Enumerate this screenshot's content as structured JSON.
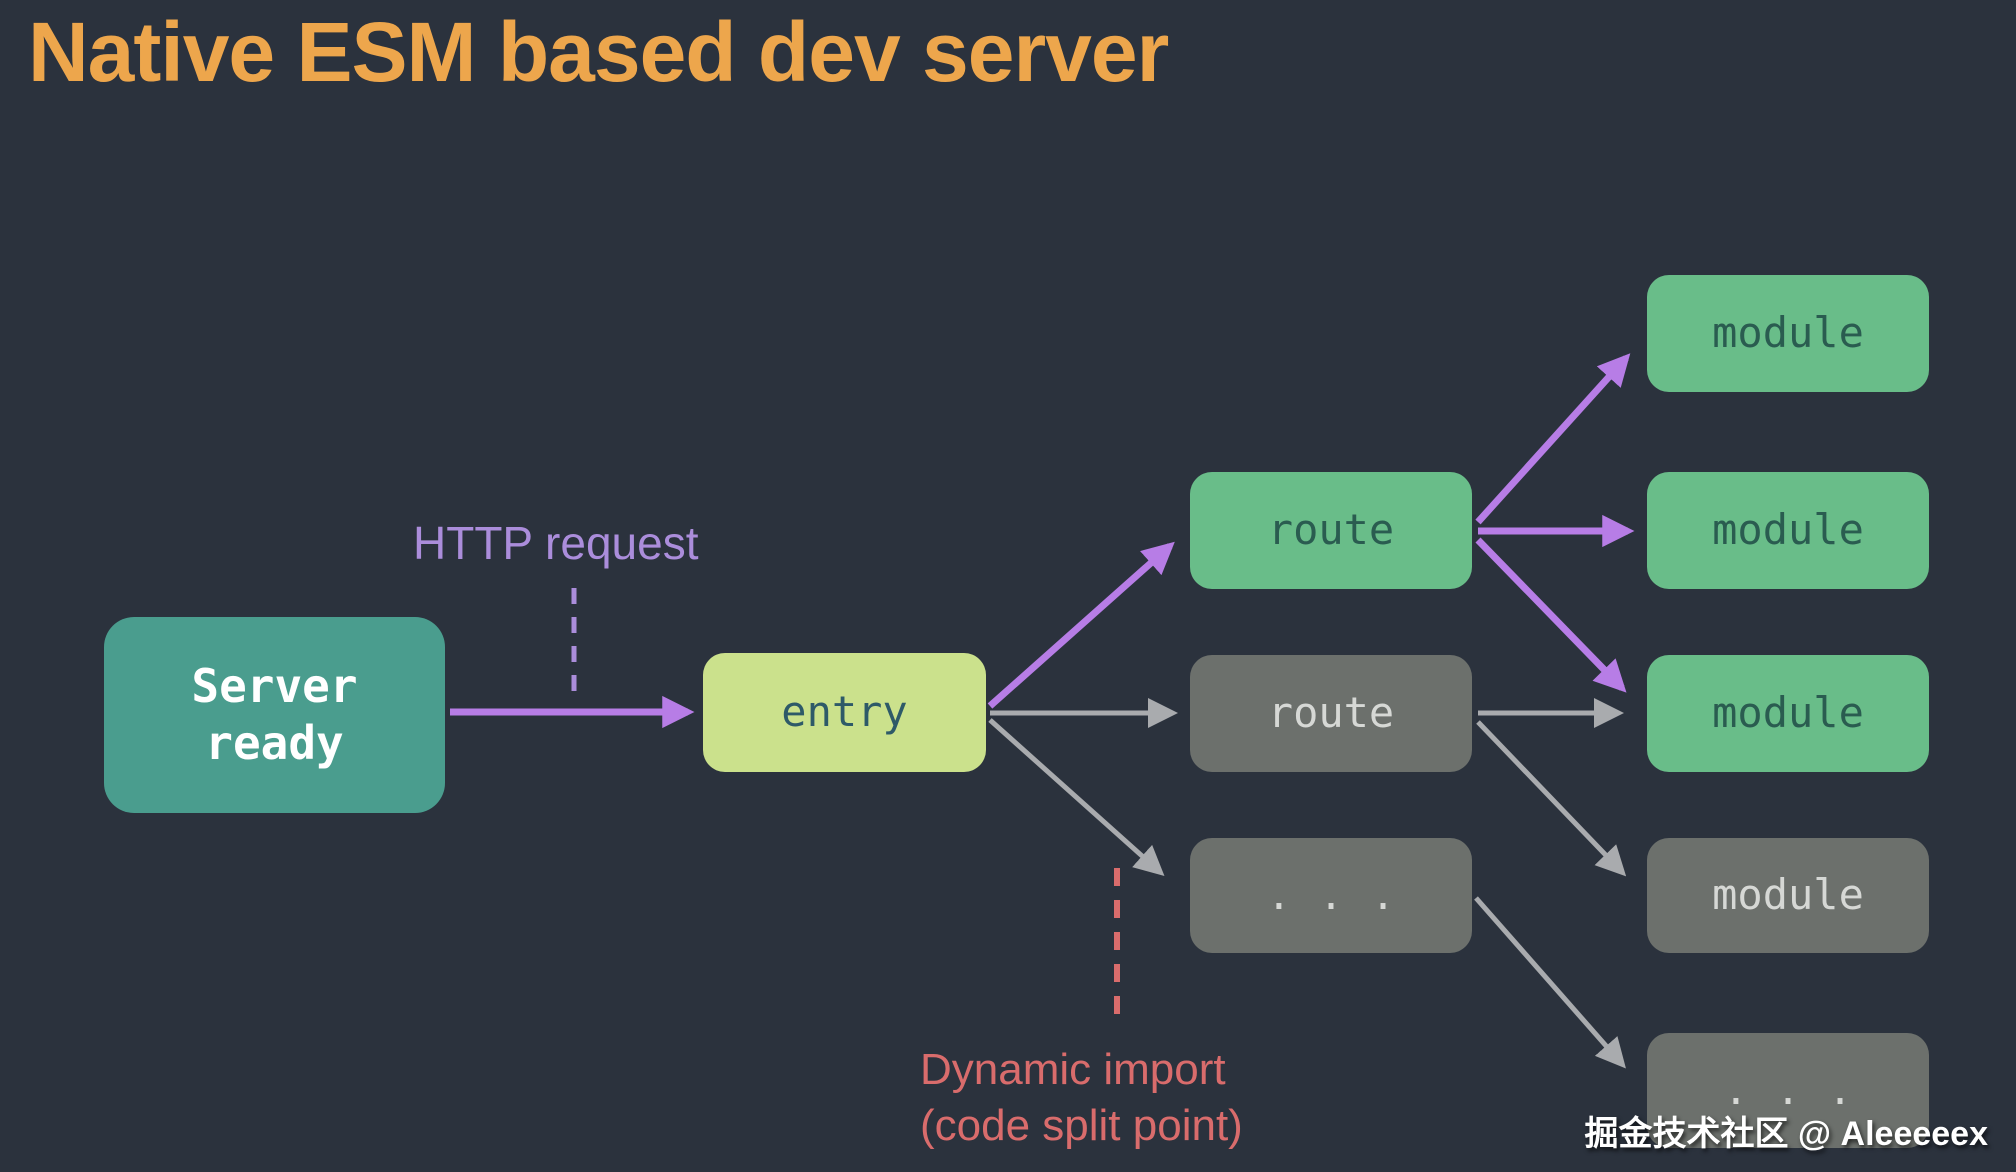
{
  "title": "Native ESM based dev server",
  "labels": {
    "http_request": "HTTP request",
    "dynamic_import_line1": "Dynamic import",
    "dynamic_import_line2": "(code split point)",
    "watermark": "掘金技术社区 @ Aleeeeex"
  },
  "nodes": {
    "server_ready": {
      "label": "Server\nready"
    },
    "entry": {
      "label": "entry"
    },
    "route_active": {
      "label": "route"
    },
    "route_inactive": {
      "label": "route"
    },
    "more_routes": {
      "label": "..."
    },
    "module_1": {
      "label": "module"
    },
    "module_2": {
      "label": "module"
    },
    "module_3": {
      "label": "module"
    },
    "module_4": {
      "label": "module"
    },
    "more_modules": {
      "label": "..."
    }
  },
  "edges": [
    {
      "from": "server_ready",
      "to": "entry",
      "color": "purple",
      "annotation": "HTTP request"
    },
    {
      "from": "entry",
      "to": "route_active",
      "color": "purple"
    },
    {
      "from": "entry",
      "to": "route_inactive",
      "color": "gray"
    },
    {
      "from": "entry",
      "to": "more_routes",
      "color": "gray",
      "annotation": "Dynamic import (code split point)"
    },
    {
      "from": "route_active",
      "to": "module_1",
      "color": "purple"
    },
    {
      "from": "route_active",
      "to": "module_2",
      "color": "purple"
    },
    {
      "from": "route_active",
      "to": "module_3",
      "color": "purple"
    },
    {
      "from": "route_inactive",
      "to": "module_3",
      "color": "gray"
    },
    {
      "from": "route_inactive",
      "to": "module_4",
      "color": "gray"
    },
    {
      "from": "more_routes",
      "to": "more_modules",
      "color": "gray"
    }
  ],
  "colors": {
    "background": "#2b323d",
    "title": "#eda64c",
    "teal_box": "#4a9d8e",
    "lime_box": "#cbe18c",
    "green_box": "#69bd89",
    "gray_box": "#6c706c",
    "purple": "#b77de6",
    "purple_label": "#ab8ddb",
    "gray_arrow": "#a9abae",
    "red_label": "#d96c6c",
    "green_text": "#2a5c50",
    "entry_text": "#2e5a68",
    "light_text": "#d6d8d5",
    "white_text": "#ffffff"
  }
}
